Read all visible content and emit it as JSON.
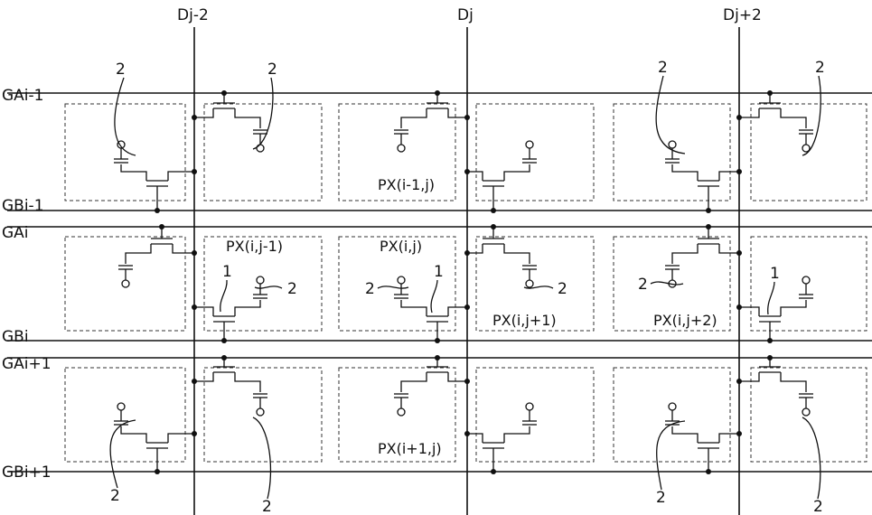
{
  "data_lines": [
    {
      "label": "Dj-2"
    },
    {
      "label": "Dj"
    },
    {
      "label": "Dj+2"
    }
  ],
  "gate_lines": [
    {
      "label": "GAi-1"
    },
    {
      "label": "GBi-1"
    },
    {
      "label": "GAi"
    },
    {
      "label": "GBi"
    },
    {
      "label": "GAi+1"
    },
    {
      "label": "GBi+1"
    }
  ],
  "pixel_labels": [
    {
      "text": "PX(i-1,j)"
    },
    {
      "text": "PX(i,j-1)"
    },
    {
      "text": "PX(i,j)"
    },
    {
      "text": "PX(i,j+1)"
    },
    {
      "text": "PX(i,j+2)"
    },
    {
      "text": "PX(i+1,j)"
    }
  ],
  "reference_numerals": {
    "capacitor": "2",
    "transistor": "1"
  }
}
